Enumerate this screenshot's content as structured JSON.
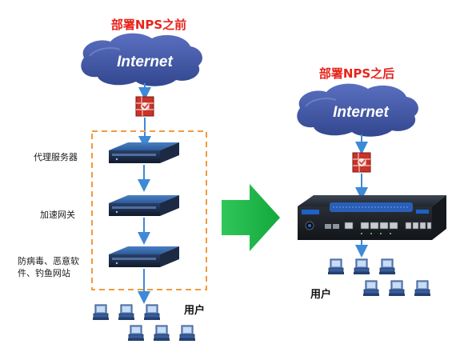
{
  "before": {
    "title": "部署NPS之前",
    "cloud_label": "Internet",
    "device_labels": [
      "代理服务器",
      "加速网关",
      "防病毒、恶意软",
      "件、钓鱼网站"
    ],
    "users_label": "用户"
  },
  "after": {
    "title": "部署NPS之后",
    "cloud_label": "Internet",
    "users_label": "用户"
  },
  "colors": {
    "title": "#e8231a",
    "cloud": "#3f56a6",
    "dashed_box": "#f39a3a",
    "arrow": "#1fb74a",
    "connector": "#3d8ad8"
  },
  "icons": [
    "cloud-icon",
    "firewall-icon",
    "server-icon",
    "appliance-icon",
    "user-computer-icon",
    "transition-arrow-icon"
  ]
}
